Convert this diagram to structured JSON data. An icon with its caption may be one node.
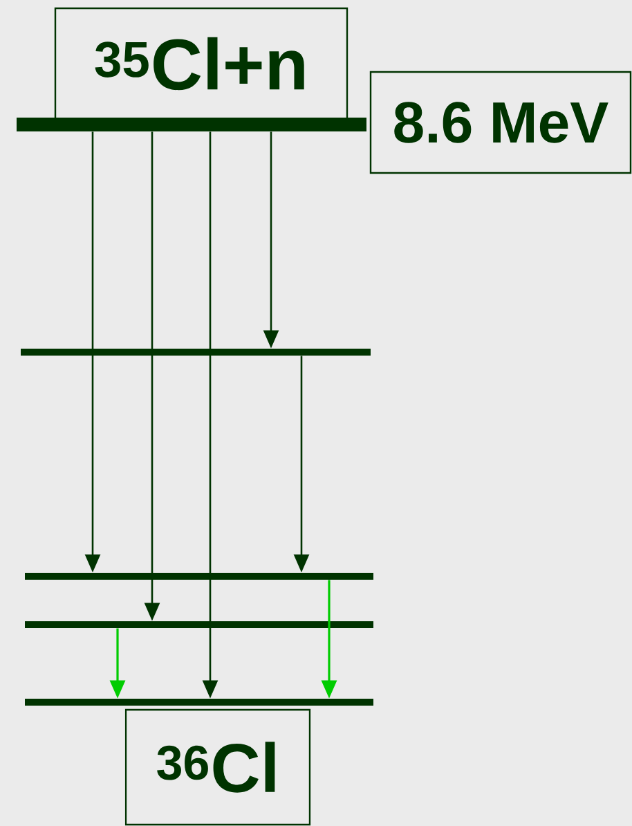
{
  "diagram": {
    "nodes": [
      {
        "text": [
          "$^{35}$Cl+n"
        ]
      },
      {
        "text": [
          "8.6 MeV"
        ]
      },
      {
        "text": [],
        "shape": "bar"
      },
      {
        "text": [],
        "shape": "bar"
      },
      {
        "text": [],
        "shape": "bar"
      },
      {
        "text": [],
        "shape": "bar"
      },
      {
        "text": [],
        "shape": "bar"
      },
      {
        "text": [
          "$^{36}$Cl"
        ]
      }
    ],
    "edges": [
      {
        "from": 2,
        "to": 3,
        "arrow": "to"
      },
      {
        "from": 2,
        "to": 4,
        "arrow": "to"
      },
      {
        "from": 2,
        "to": 5,
        "arrow": "to"
      },
      {
        "from": 2,
        "to": 6,
        "arrow": "to"
      },
      {
        "from": 3,
        "to": 4,
        "arrow": "to"
      },
      {
        "from": 4,
        "to": 6,
        "arrow": "to",
        "color": "#00cc00"
      },
      {
        "from": 5,
        "to": 6,
        "arrow": "to",
        "color": "#00cc00"
      }
    ]
  }
}
